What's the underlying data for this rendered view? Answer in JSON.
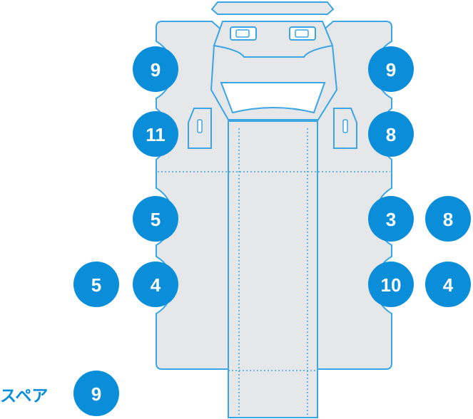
{
  "colors": {
    "badge_fill": "#0a8ed9",
    "badge_text": "#ffffff",
    "panel_fill": "#e6e7e9",
    "panel_stroke": "#3aa6e6"
  },
  "badges": {
    "upper_left_1": "9",
    "upper_right_1": "9",
    "upper_left_2": "11",
    "upper_right_2": "8",
    "mid_left": "5",
    "mid_right": "3",
    "mid_right_outer": "8",
    "low_left_outer": "5",
    "low_left": "4",
    "low_right": "10",
    "low_right_outer": "4",
    "spare": "9"
  },
  "spare_label": "スペア"
}
